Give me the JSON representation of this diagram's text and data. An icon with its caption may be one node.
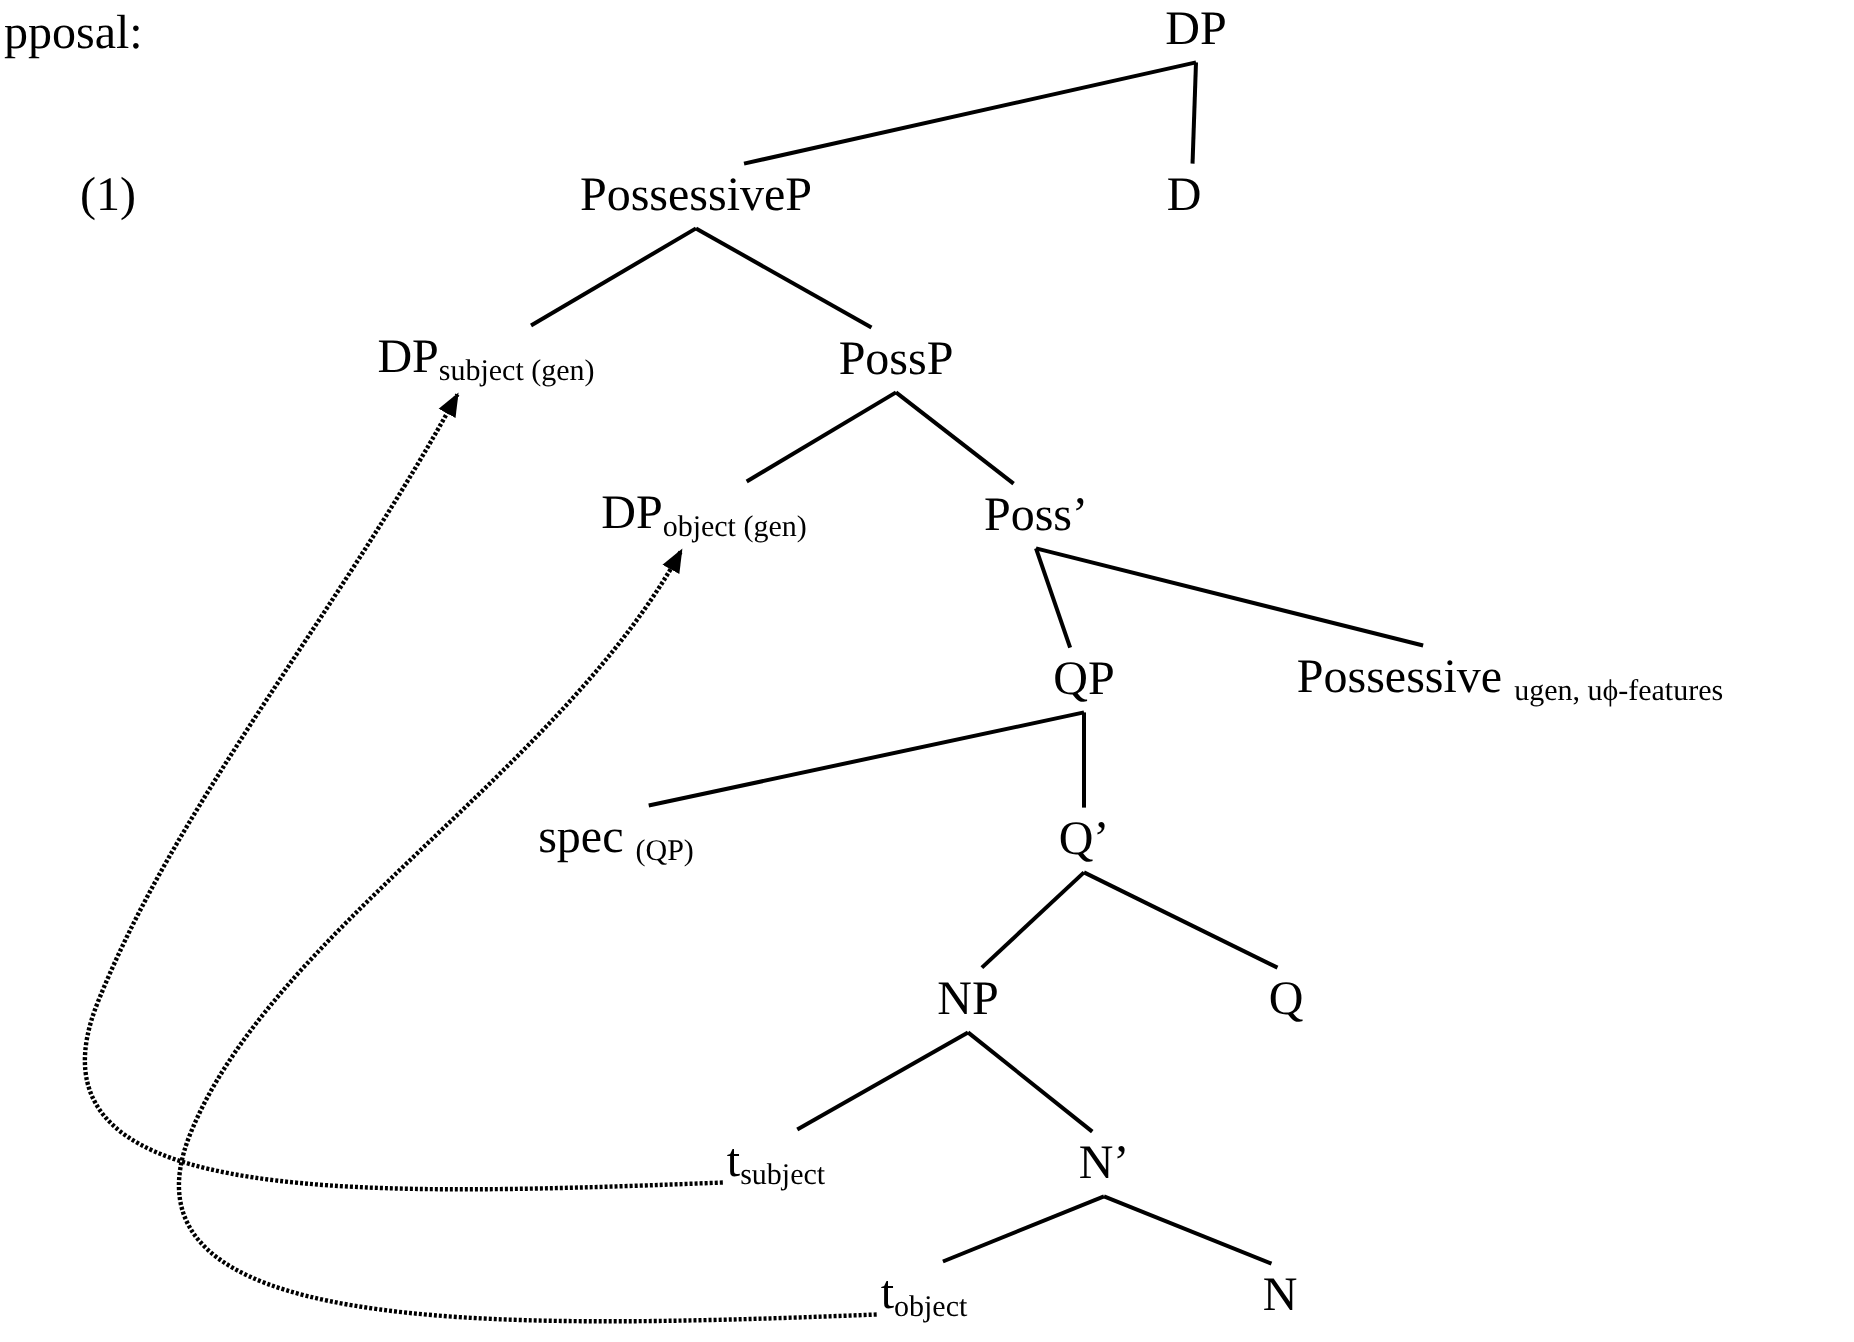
{
  "diagram": {
    "nodes": [
      {
        "text": [
          "DP"
        ]
      },
      {
        "text": [
          "PossessiveP"
        ]
      },
      {
        "text": [
          "D"
        ]
      },
      {
        "text": [
          "DP$_{subject (gen)}$"
        ]
      },
      {
        "text": [
          "PossP"
        ]
      },
      {
        "text": [
          "DP$_{object (gen)}$"
        ]
      },
      {
        "text": [
          "Poss’"
        ]
      },
      {
        "text": [
          "QP"
        ]
      },
      {
        "text": [
          "Possessive $_{ugen, uϕ-features}$"
        ]
      },
      {
        "text": [
          "spec $_{(QP)}$"
        ]
      },
      {
        "text": [
          "Q’"
        ]
      },
      {
        "text": [
          "NP"
        ]
      },
      {
        "text": [
          "Q"
        ]
      },
      {
        "text": [
          "t$_{subject}$"
        ]
      },
      {
        "text": [
          "N’"
        ]
      },
      {
        "text": [
          "t$_{object}$"
        ]
      },
      {
        "text": [
          "N"
        ]
      }
    ],
    "edges": [
      {
        "from": 0,
        "to": 1,
        "arrow": "none"
      },
      {
        "from": 0,
        "to": 2,
        "arrow": "none"
      },
      {
        "from": 1,
        "to": 3,
        "arrow": "none"
      },
      {
        "from": 1,
        "to": 4,
        "arrow": "none"
      },
      {
        "from": 4,
        "to": 5,
        "arrow": "none"
      },
      {
        "from": 4,
        "to": 6,
        "arrow": "none"
      },
      {
        "from": 6,
        "to": 7,
        "arrow": "none"
      },
      {
        "from": 6,
        "to": 8,
        "arrow": "none"
      },
      {
        "from": 7,
        "to": 9,
        "arrow": "none"
      },
      {
        "from": 7,
        "to": 10,
        "arrow": "none"
      },
      {
        "from": 10,
        "to": 11,
        "arrow": "none"
      },
      {
        "from": 10,
        "to": 12,
        "arrow": "none"
      },
      {
        "from": 11,
        "to": 13,
        "arrow": "none"
      },
      {
        "from": 11,
        "to": 14,
        "arrow": "none"
      },
      {
        "from": 14,
        "to": 15,
        "arrow": "none"
      },
      {
        "from": 14,
        "to": 16,
        "arrow": "none"
      },
      {
        "from": 13,
        "to": 3,
        "arrow": "to",
        "style": "dashed"
      },
      {
        "from": 15,
        "to": 5,
        "arrow": "to",
        "style": "dashed"
      }
    ],
    "labels": [
      "pposal:",
      "(1)"
    ]
  }
}
